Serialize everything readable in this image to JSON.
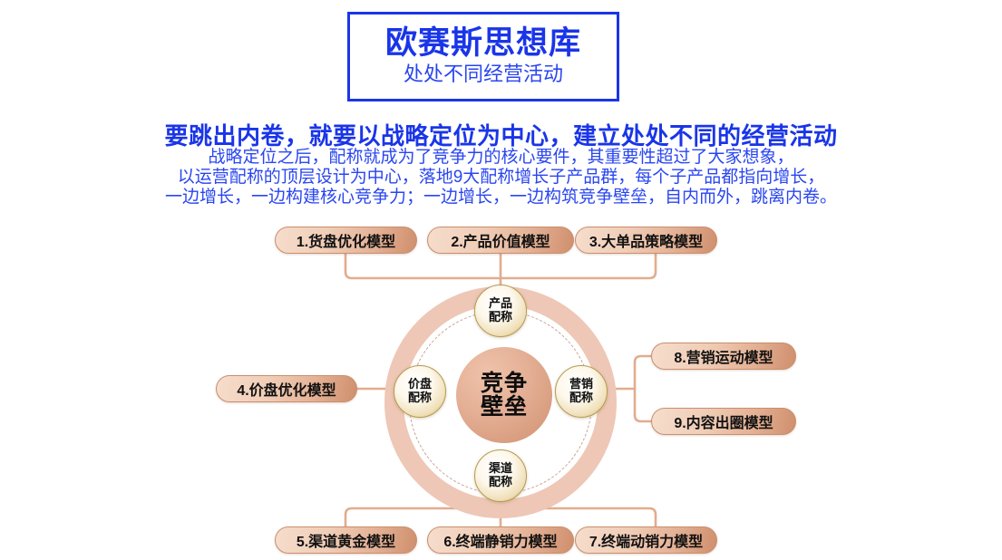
{
  "page": {
    "background": "#ffffff",
    "accent_blue": "#1A35E8",
    "accent_tan": "#cf8f6d",
    "ring_color": "#eec7b6"
  },
  "title_box": {
    "main": "欧赛斯思想库",
    "sub": "处处不同经营活动"
  },
  "headline": "要跳出内卷，就要以战略定位为中心，建立处处不同的经营活动",
  "body_lines": [
    "战略定位之后，配称就成为了竞争力的核心要件，其重要性超过了大家想象，",
    "以运营配称的顶层设计为中心，落地9大配称增长子产品群，每个子产品都指向增长，",
    "一边增长，一边构建核心竞争力；一边增长，一边构筑竞争壁垒，自内而外，跳离内卷。"
  ],
  "hub": {
    "center_label": "竞争壁垒",
    "center_line1": "竞争",
    "center_line2": "壁垒",
    "nodes": [
      {
        "id": "product",
        "line1": "产品",
        "line2": "配称"
      },
      {
        "id": "marketing",
        "line1": "营销",
        "line2": "配称"
      },
      {
        "id": "channel",
        "line1": "渠道",
        "line2": "配称"
      },
      {
        "id": "price",
        "line1": "价盘",
        "line2": "配称"
      }
    ]
  },
  "models": {
    "top": [
      {
        "index": "1",
        "label": "1.货盘优化模型"
      },
      {
        "index": "2",
        "label": "2.产品价值模型"
      },
      {
        "index": "3",
        "label": "3.大单品策略模型"
      }
    ],
    "left": [
      {
        "index": "4",
        "label": "4.价盘优化模型"
      }
    ],
    "right": [
      {
        "index": "8",
        "label": "8.营销运动模型"
      },
      {
        "index": "9",
        "label": "9.内容出圈模型"
      }
    ],
    "bottom": [
      {
        "index": "5",
        "label": "5.渠道黄金模型"
      },
      {
        "index": "6",
        "label": "6.终端静销力模型"
      },
      {
        "index": "7",
        "label": "7.终端动销力模型"
      }
    ]
  }
}
